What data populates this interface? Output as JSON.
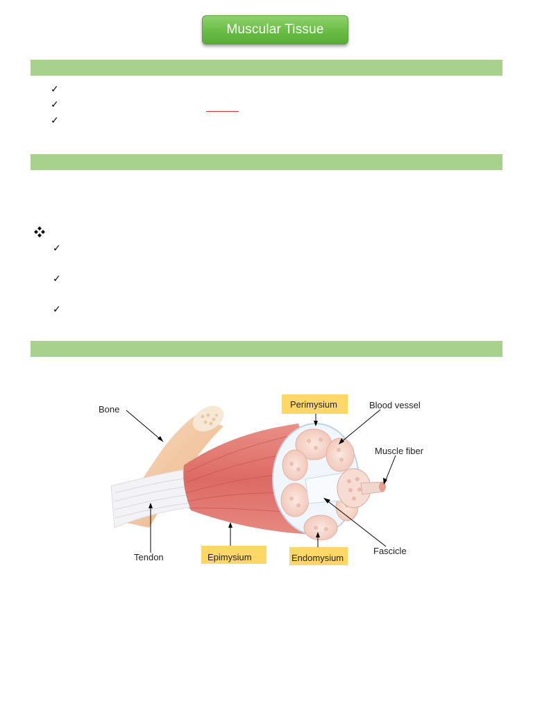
{
  "title": "Muscular Tissue",
  "figure": {
    "labels": {
      "bone": "Bone",
      "tendon": "Tendon",
      "epimysium": "Epimysium",
      "perimysium": "Perimysium",
      "blood_vessel": "Blood vessel",
      "muscle_fiber": "Muscle fiber",
      "fascicle": "Fascicle",
      "endomysium": "Endomysium"
    },
    "highlight_color": "#fdd868"
  },
  "colors": {
    "band": "#a9d18e",
    "title_bg": "#6cbf48",
    "accent_red": "#d9302c"
  },
  "icons": [
    "checkmark-icon",
    "diamond-bullet-icon"
  ]
}
